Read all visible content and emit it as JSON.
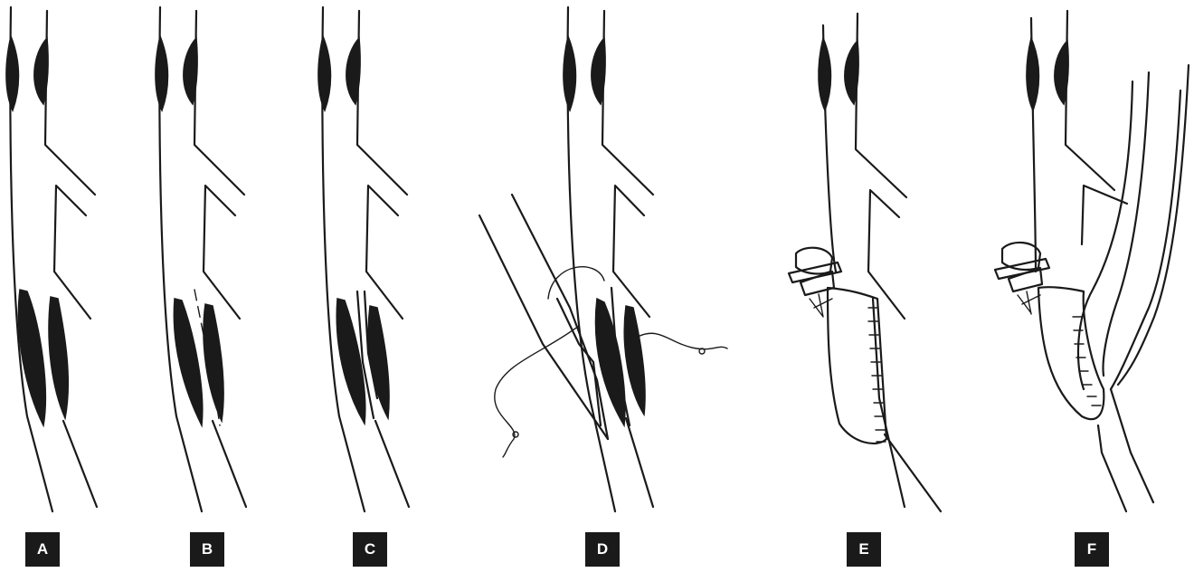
{
  "panels": [
    {
      "id": "A",
      "label": "A"
    },
    {
      "id": "B",
      "label": "B"
    },
    {
      "id": "C",
      "label": "C"
    },
    {
      "id": "D",
      "label": "D"
    },
    {
      "id": "E",
      "label": "E"
    },
    {
      "id": "F",
      "label": "F"
    }
  ],
  "colors": {
    "ink": "#1a1a1a",
    "background": "#ffffff",
    "label_box": "#1a1a1a",
    "label_text": "#ffffff"
  }
}
